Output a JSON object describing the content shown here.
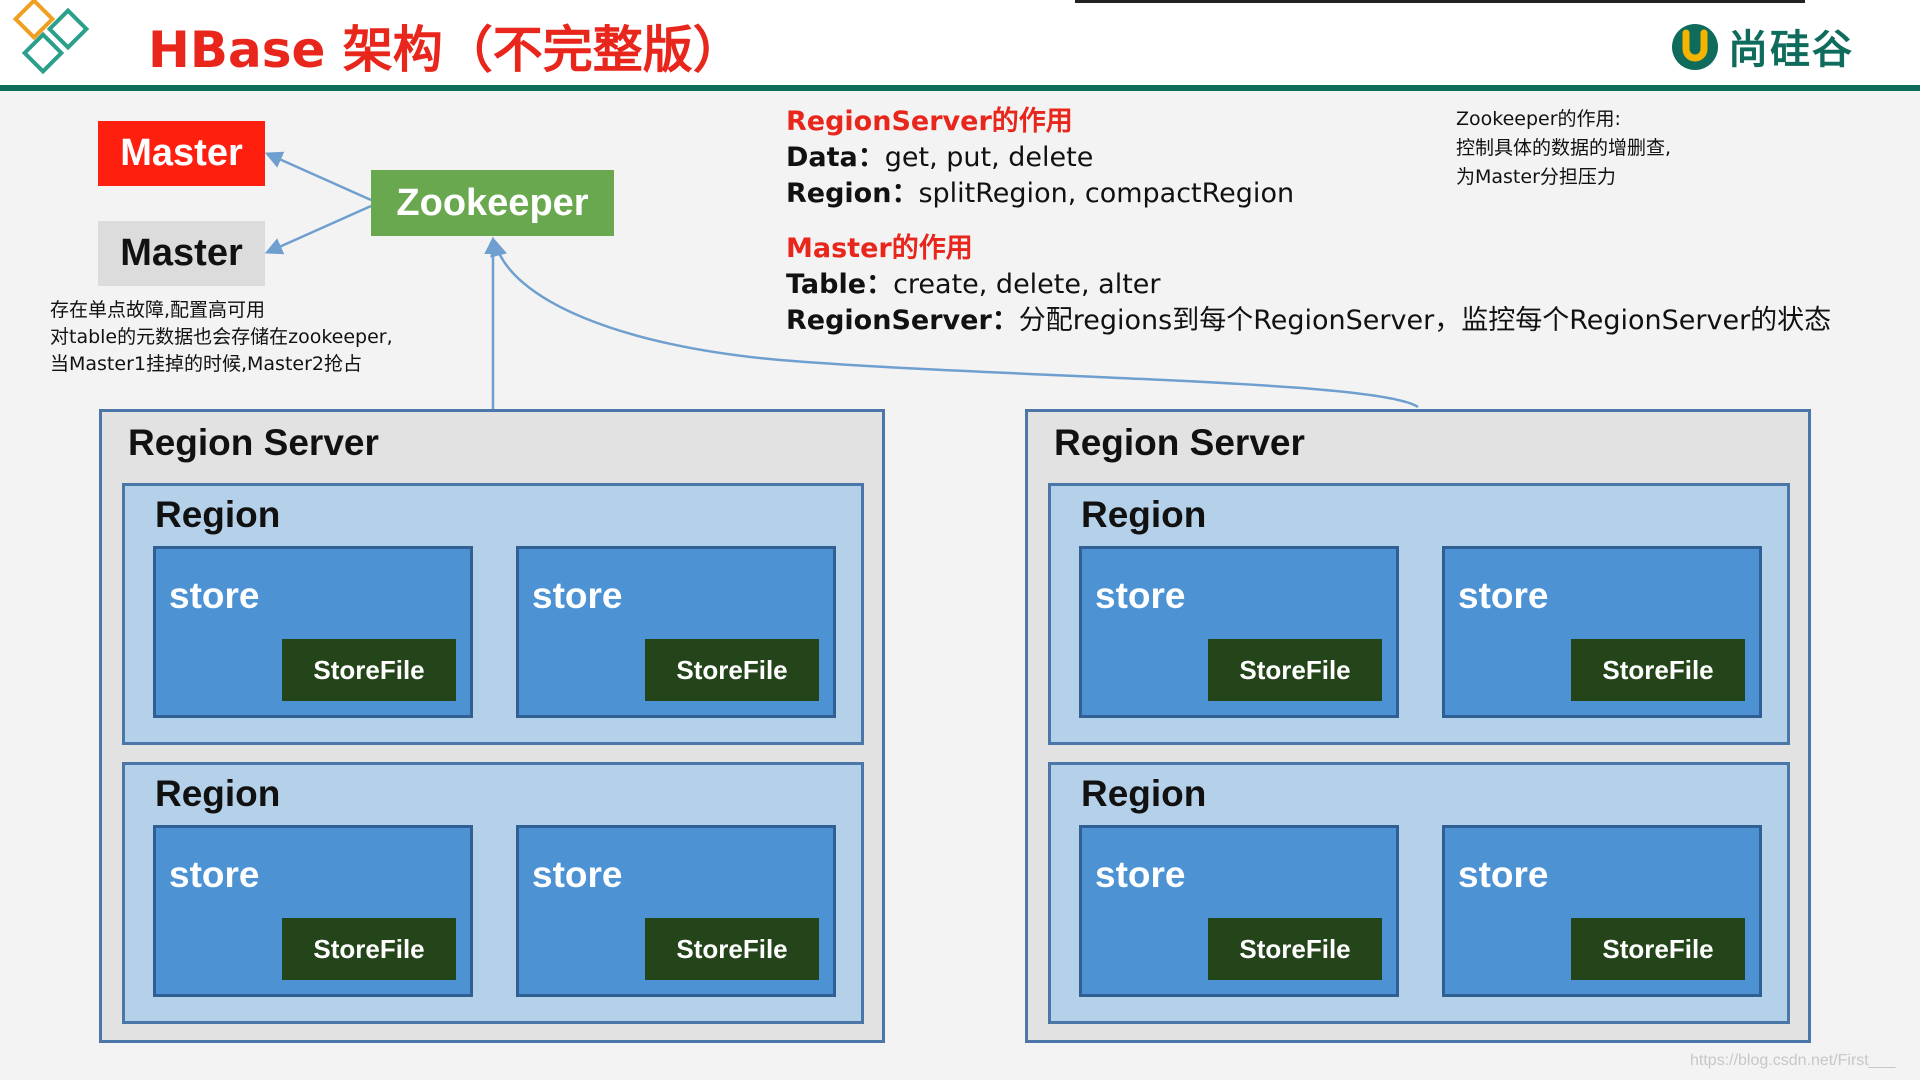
{
  "title": "HBase 架构（不完整版）",
  "brand": {
    "name": "尚硅谷",
    "logo_icon": "u-logo-icon",
    "color": "#0f6b5b"
  },
  "nodes": {
    "master_active": "Master",
    "master_standby": "Master",
    "zookeeper": "Zookeeper"
  },
  "master_note": [
    "存在单点故障,配置高可用",
    "对table的元数据也会存储在zookeeper,",
    "当Master1挂掉的时候,Master2抢占"
  ],
  "zookeeper_note": [
    "Zookeeper的作用:",
    "控制具体的数据的增删查,",
    "为Master分担压力"
  ],
  "regionserver_role": {
    "heading": "RegionServer的作用",
    "lines": [
      {
        "label": "Data：",
        "value": "get, put, delete"
      },
      {
        "label": "Region：",
        "value": "splitRegion, compactRegion"
      }
    ]
  },
  "master_role": {
    "heading": "Master的作用",
    "lines": [
      {
        "label": "Table：",
        "value": "create, delete, alter"
      },
      {
        "label": "RegionServer：",
        "value": "分配regions到每个RegionServer，监控每个RegionServer的状态"
      }
    ]
  },
  "servers": [
    {
      "title": "Region Server",
      "regions": [
        {
          "title": "Region",
          "stores": [
            {
              "label": "store",
              "file": "StoreFile"
            },
            {
              "label": "store",
              "file": "StoreFile"
            }
          ]
        },
        {
          "title": "Region",
          "stores": [
            {
              "label": "store",
              "file": "StoreFile"
            },
            {
              "label": "store",
              "file": "StoreFile"
            }
          ]
        }
      ]
    },
    {
      "title": "Region Server",
      "regions": [
        {
          "title": "Region",
          "stores": [
            {
              "label": "store",
              "file": "StoreFile"
            },
            {
              "label": "store",
              "file": "StoreFile"
            }
          ]
        },
        {
          "title": "Region",
          "stores": [
            {
              "label": "store",
              "file": "StoreFile"
            },
            {
              "label": "store",
              "file": "StoreFile"
            }
          ]
        }
      ]
    }
  ],
  "watermark": "https://blog.csdn.net/First___",
  "colors": {
    "title_red": "#e8261c",
    "master_red": "#ff1f0f",
    "zookeeper_green": "#6aa84f",
    "store_blue": "#4d93d4",
    "region_blue": "#b5d1e9",
    "storefile_green": "#24441a",
    "header_rule": "#0f6b5b",
    "connector": "#6f9fcf"
  }
}
